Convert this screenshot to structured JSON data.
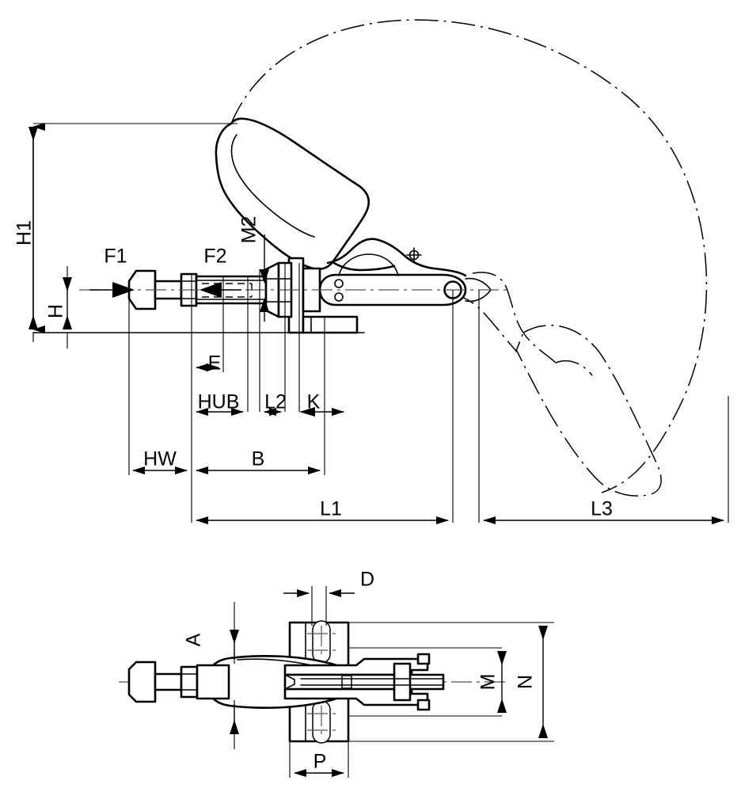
{
  "drawing": {
    "title": "Toggle clamp – dimensioned technical drawing",
    "line_color": "#000000",
    "background": "#ffffff",
    "views": [
      {
        "name": "side-elevation",
        "label": ""
      },
      {
        "name": "plan-view",
        "label": ""
      }
    ]
  },
  "dimensions": {
    "elevation": [
      {
        "key": "H1",
        "label": "H1",
        "orientation": "vertical",
        "name": "dimension-h1"
      },
      {
        "key": "H",
        "label": "H",
        "orientation": "vertical",
        "name": "dimension-h"
      },
      {
        "key": "F1",
        "label": "F1",
        "orientation": "force",
        "name": "force-label-f1"
      },
      {
        "key": "F2",
        "label": "F2",
        "orientation": "force",
        "name": "force-label-f2"
      },
      {
        "key": "M2",
        "label": "M2",
        "orientation": "vertical",
        "name": "dimension-m2"
      },
      {
        "key": "E",
        "label": "E",
        "orientation": "horizontal",
        "name": "dimension-e"
      },
      {
        "key": "HUB",
        "label": "HUB",
        "orientation": "horizontal",
        "name": "dimension-hub"
      },
      {
        "key": "L2",
        "label": "L2",
        "orientation": "horizontal",
        "name": "dimension-l2"
      },
      {
        "key": "K",
        "label": "K",
        "orientation": "horizontal",
        "name": "dimension-k"
      },
      {
        "key": "HW",
        "label": "HW",
        "orientation": "horizontal",
        "name": "dimension-hw"
      },
      {
        "key": "B",
        "label": "B",
        "orientation": "horizontal",
        "name": "dimension-b"
      },
      {
        "key": "L1",
        "label": "L1",
        "orientation": "horizontal",
        "name": "dimension-l1"
      },
      {
        "key": "L3",
        "label": "L3",
        "orientation": "horizontal",
        "name": "dimension-l3"
      }
    ],
    "plan": [
      {
        "key": "D",
        "label": "D",
        "orientation": "horizontal",
        "name": "dimension-d"
      },
      {
        "key": "A",
        "label": "A",
        "orientation": "vertical",
        "name": "dimension-a"
      },
      {
        "key": "M",
        "label": "M",
        "orientation": "vertical",
        "name": "dimension-m"
      },
      {
        "key": "N",
        "label": "N",
        "orientation": "vertical",
        "name": "dimension-n"
      },
      {
        "key": "P",
        "label": "P",
        "orientation": "horizontal",
        "name": "dimension-p"
      }
    ]
  },
  "labels": {
    "H1": "H1",
    "H": "H",
    "F1": "F1",
    "F2": "F2",
    "M2": "M2",
    "E": "E",
    "HUB": "HUB",
    "L2": "L2",
    "K": "K",
    "HW": "HW",
    "B": "B",
    "L1": "L1",
    "L3": "L3",
    "D": "D",
    "A": "A",
    "M": "M",
    "N": "N",
    "P": "P"
  }
}
